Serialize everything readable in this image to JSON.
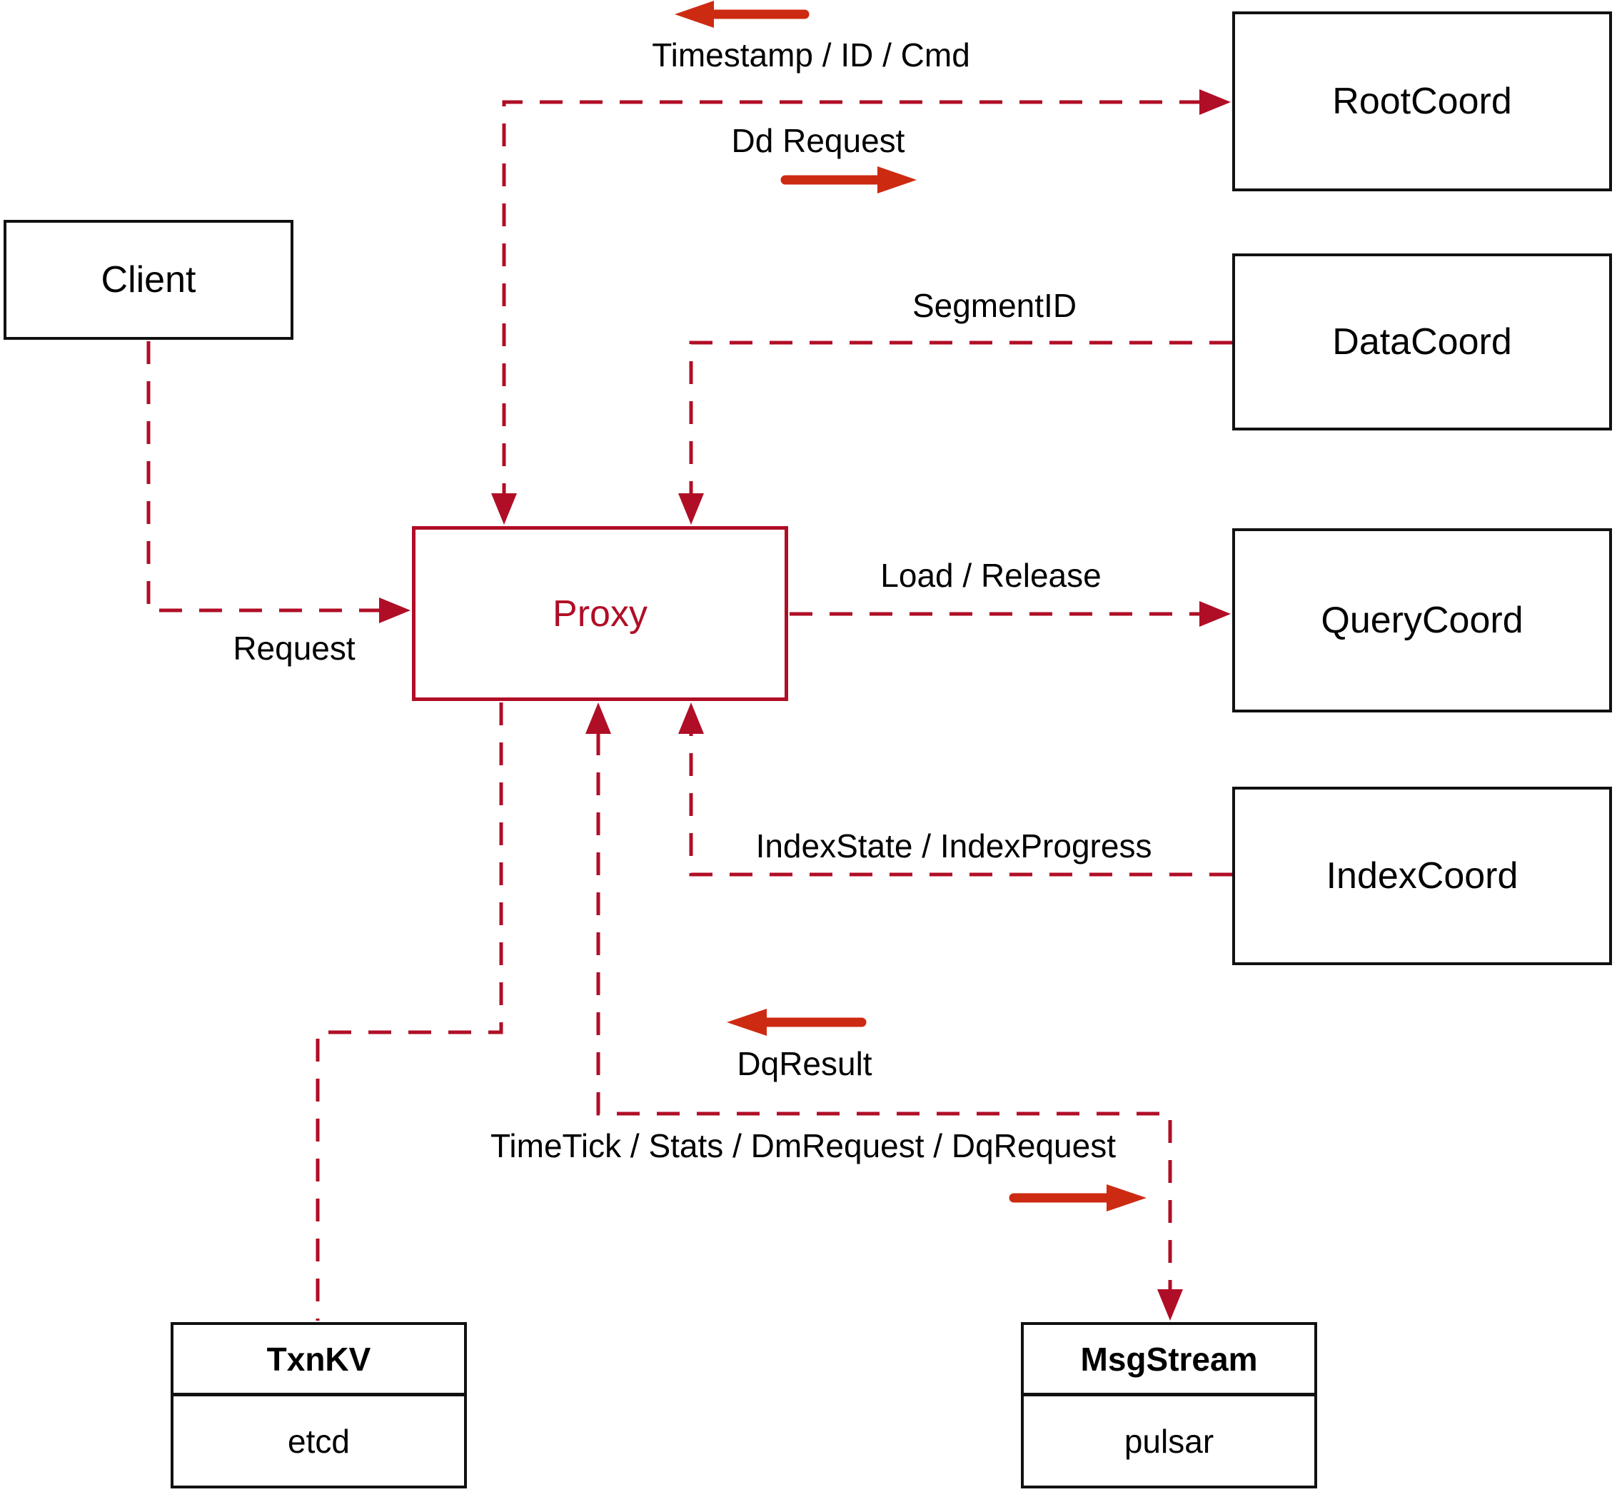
{
  "diagram": {
    "nodes": {
      "client": {
        "label": "Client"
      },
      "proxy": {
        "label": "Proxy"
      },
      "root_coord": {
        "label": "RootCoord"
      },
      "data_coord": {
        "label": "DataCoord"
      },
      "query_coord": {
        "label": "QueryCoord"
      },
      "index_coord": {
        "label": "IndexCoord"
      },
      "txn_kv": {
        "title": "TxnKV",
        "impl": "etcd"
      },
      "msg_stream": {
        "title": "MsgStream",
        "impl": "pulsar"
      }
    },
    "edge_labels": {
      "timestamp_id_cmd": "Timestamp / ID / Cmd",
      "dd_request": "Dd Request",
      "segment_id": "SegmentID",
      "request": "Request",
      "load_release": "Load / Release",
      "index_state": "IndexState / IndexProgress",
      "dq_result": "DqResult",
      "timetick": "TimeTick / Stats / DmRequest / DqRequest"
    },
    "colors": {
      "dashed_line": "#b00e26",
      "solid_arrow": "#cd2a12",
      "proxy_accent": "#b00e26",
      "box_border": "#111111",
      "text": "#000000"
    }
  }
}
